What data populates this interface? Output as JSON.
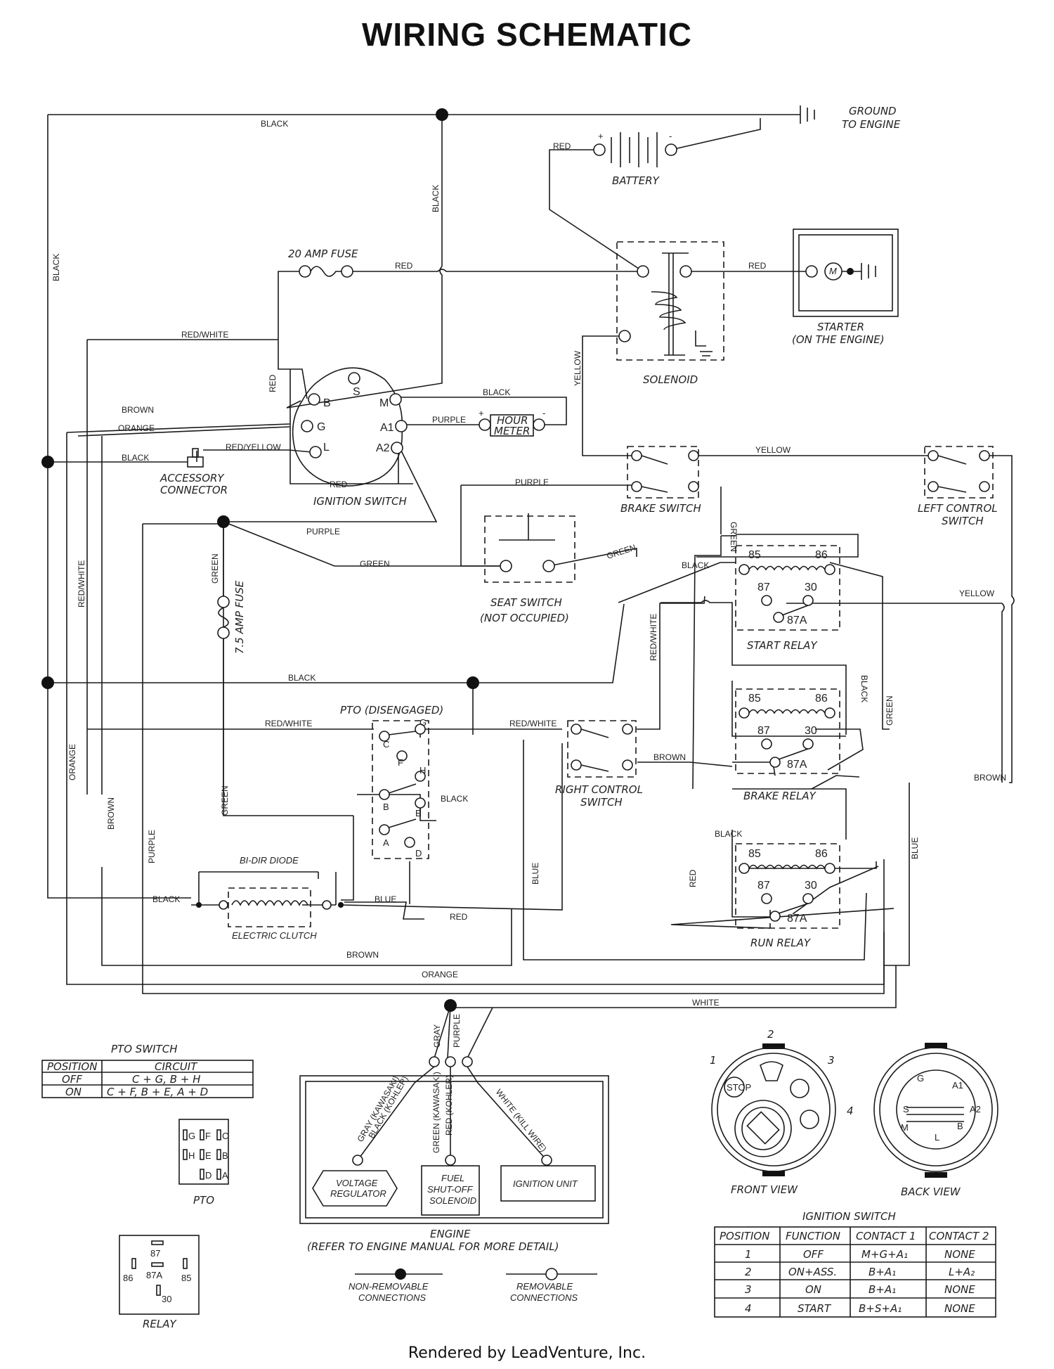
{
  "title": "WIRING SCHEMATIC",
  "footer": "Rendered by LeadVenture, Inc.",
  "wire_labels": {
    "black": "BLACK",
    "red": "RED",
    "red_white": "RED/WHITE",
    "brown": "BROWN",
    "orange": "ORANGE",
    "purple": "PURPLE",
    "red_yellow": "RED/YELLOW",
    "yellow": "YELLOW",
    "green": "GREEN",
    "blue": "BLUE",
    "white": "WHITE",
    "gray": "GRAY"
  },
  "components": {
    "ground": "GROUND",
    "ground2": "TO ENGINE",
    "battery": "BATTERY",
    "fuse20": "20 AMP FUSE",
    "fuse75": "7.5 AMP FUSE",
    "solenoid": "SOLENOID",
    "starter": "STARTER",
    "starter2": "(ON THE ENGINE)",
    "motor": "M",
    "hour_meter1": "HOUR",
    "hour_meter2": "METER",
    "ignition_switch": "IGNITION SWITCH",
    "accessory1": "ACCESSORY",
    "accessory2": "CONNECTOR",
    "brake_switch": "BRAKE SWITCH",
    "left_control1": "LEFT CONTROL",
    "left_control2": "SWITCH",
    "seat_switch1": "SEAT SWITCH",
    "seat_switch2": "(NOT OCCUPIED)",
    "start_relay": "START RELAY",
    "brake_relay": "BRAKE RELAY",
    "run_relay": "RUN RELAY",
    "pto_disengaged": "PTO (DISENGAGED)",
    "right_control1": "RIGHT CONTROL",
    "right_control2": "SWITCH",
    "diode": "BI-DIR DIODE",
    "clutch": "ELECTRIC CLUTCH",
    "voltage_reg1": "VOLTAGE",
    "voltage_reg2": "REGULATOR",
    "fuel1": "FUEL",
    "fuel2": "SHUT-OFF",
    "fuel3": "SOLENOID",
    "ignition_unit": "IGNITION UNIT",
    "engine1": "ENGINE",
    "engine2": "(REFER TO ENGINE MANUAL FOR MORE DETAIL)",
    "eng_gray": "GRAY (KAWASAKI)",
    "eng_black": "BLACK (KOHLER)",
    "eng_green": "GREEN (KAWASAKI)",
    "eng_red": "RED (KOHLER)",
    "eng_white": "WHITE (KILL WIRE)",
    "legend_nonrem1": "NON-REMOVABLE",
    "legend_nonrem2": "CONNECTIONS",
    "legend_rem1": "REMOVABLE",
    "legend_rem2": "CONNECTIONS",
    "pto_label": "PTO",
    "relay_label": "RELAY",
    "front_view": "FRONT VIEW",
    "back_view": "BACK VIEW",
    "stop": "STOP"
  },
  "ignition_pins": {
    "s": "S",
    "m": "M",
    "b": "B",
    "g": "G",
    "l": "L",
    "a1": "A1",
    "a2": "A2"
  },
  "relay_pins": {
    "p85": "85",
    "p86": "86",
    "p87": "87",
    "p30": "30",
    "p87a": "87A"
  },
  "pto_pins": {
    "a": "A",
    "b": "B",
    "c": "C",
    "d": "D",
    "e": "E",
    "f": "F",
    "g": "G",
    "h": "H"
  },
  "position_numbers": [
    "1",
    "2",
    "3",
    "4"
  ],
  "pto_table": {
    "title": "PTO SWITCH",
    "headers": [
      "POSITION",
      "CIRCUIT"
    ],
    "rows": [
      [
        "OFF",
        "C + G, B + H"
      ],
      [
        "ON",
        "C + F, B + E, A + D"
      ]
    ]
  },
  "ignition_table": {
    "title": "IGNITION SWITCH",
    "headers": [
      "POSITION",
      "FUNCTION",
      "CONTACT 1",
      "CONTACT 2"
    ],
    "rows": [
      [
        "1",
        "OFF",
        "M+G+A₁",
        "NONE"
      ],
      [
        "2",
        "ON+ASS.",
        "B+A₁",
        "L+A₂"
      ],
      [
        "3",
        "ON",
        "B+A₁",
        "NONE"
      ],
      [
        "4",
        "START",
        "B+S+A₁",
        "NONE"
      ]
    ]
  }
}
